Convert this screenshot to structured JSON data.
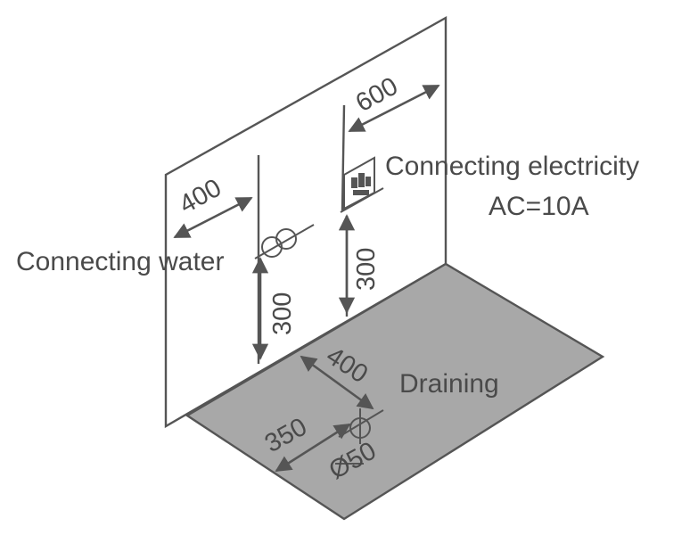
{
  "labels": {
    "connecting_water": "Connecting water",
    "connecting_electricity": "Connecting electricity",
    "electricity_rating": "AC=10A",
    "draining": "Draining"
  },
  "dimensions": {
    "water_horizontal": "400",
    "water_height": "300",
    "electricity_horizontal": "600",
    "electricity_height": "300",
    "drain_depth": "400",
    "drain_side": "350",
    "drain_diameter": "Ø50"
  },
  "colors": {
    "floor": "#a8a8a8",
    "lines": "#555555",
    "text": "#4a4a4a"
  },
  "icons": [
    "water-valve-icon",
    "electrical-socket-icon",
    "drain-pipe-icon"
  ]
}
